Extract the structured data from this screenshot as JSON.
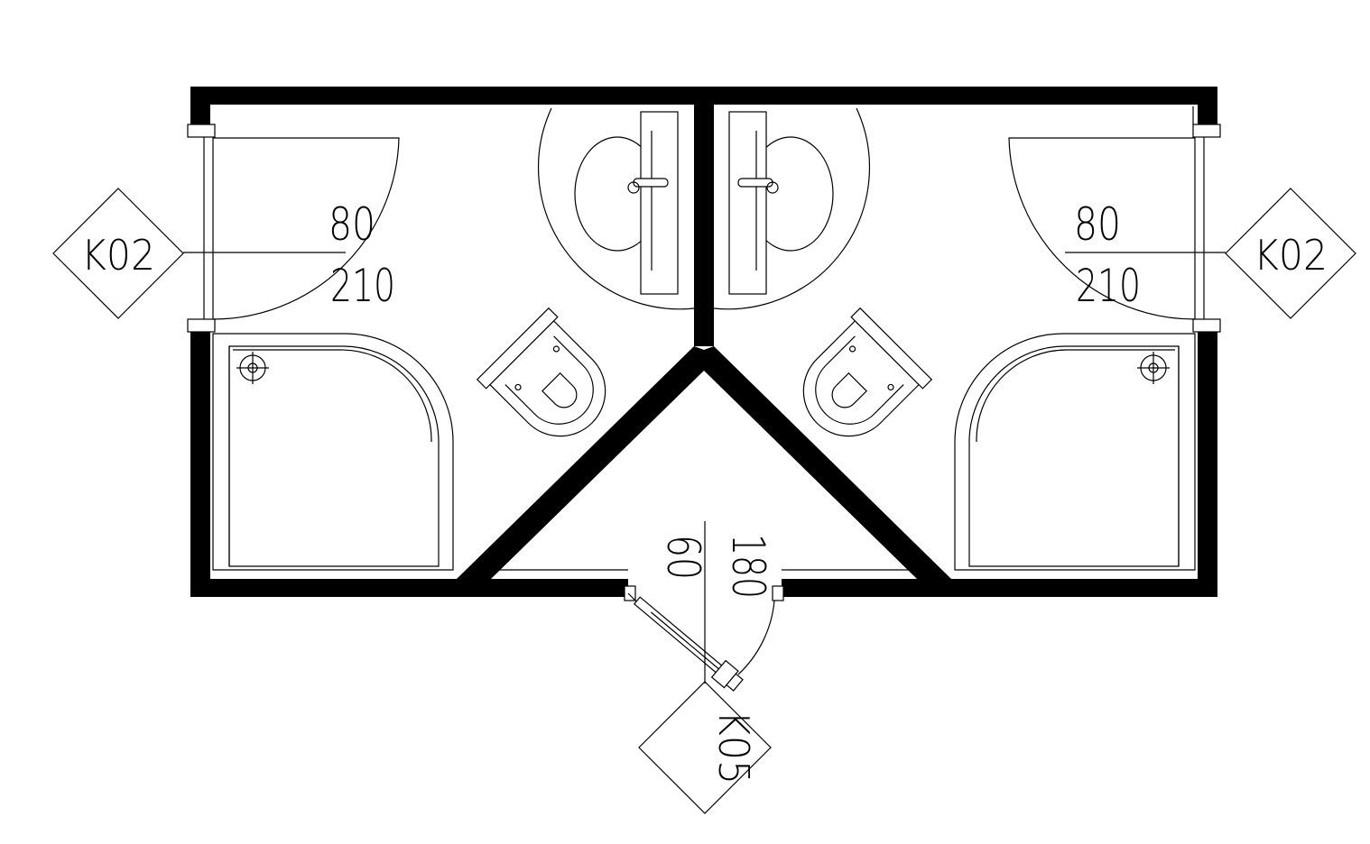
{
  "tags": {
    "window_left": "K02",
    "window_right": "K02",
    "door_entry": "K05"
  },
  "dims": {
    "window_left_width": "80",
    "window_left_height": "210",
    "window_right_width": "80",
    "window_right_height": "210",
    "door_width": "60",
    "door_height": "180"
  },
  "colors": {
    "line": "#000000",
    "background": "#ffffff"
  }
}
